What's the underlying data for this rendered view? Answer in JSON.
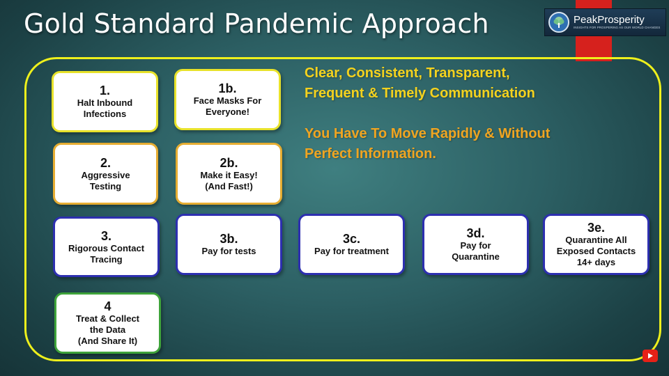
{
  "slide": {
    "title": "Gold Standard Pandemic Approach",
    "brand": {
      "name": "PeakProsperity",
      "tagline": "INSIGHTS FOR PROSPERING AS OUR WORLD CHANGES"
    },
    "messages": [
      "Clear, Consistent, Transparent,\nFrequent & Timely Communication",
      "You Have To Move Rapidly & Without\nPerfect Information."
    ],
    "steps": [
      {
        "num": "1.",
        "label": "Halt Inbound\nInfections"
      },
      {
        "num": "1b.",
        "label": "Face Masks For\nEveryone!"
      },
      {
        "num": "2.",
        "label": "Aggressive\nTesting"
      },
      {
        "num": "2b.",
        "label": "Make it Easy!\n(And Fast!)"
      },
      {
        "num": "3.",
        "label": "Rigorous Contact\nTracing"
      },
      {
        "num": "3b.",
        "label": "Pay for tests"
      },
      {
        "num": "3c.",
        "label": "Pay for treatment"
      },
      {
        "num": "3d.",
        "label": "Pay for\nQuarantine"
      },
      {
        "num": "3e.",
        "label": "Quarantine All\nExposed Contacts\n14+ days"
      },
      {
        "num": "4",
        "label": "Treat & Collect\nthe Data\n(And Share It)"
      }
    ]
  },
  "colors": {
    "frame": "#eef01c",
    "message_primary": "#f4d21e",
    "message_secondary": "#f0a521",
    "border_yellow": "#e8e22a",
    "border_orange": "#e6ad32",
    "border_blue": "#2d2fb0",
    "border_green": "#3ea33a",
    "brand_red": "#d6211d"
  },
  "icons": [
    "tree-logo-icon",
    "youtube-play-icon"
  ]
}
